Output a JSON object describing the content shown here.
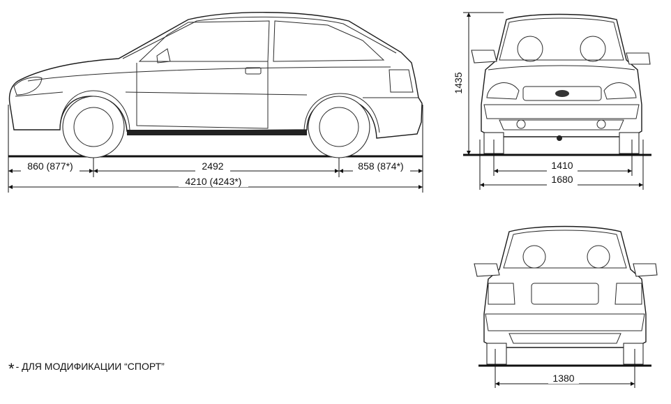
{
  "side_view": {
    "front_overhang": "860 (877*)",
    "wheelbase": "2492",
    "rear_overhang": "858 (874*)",
    "overall_length": "4210 (4243*)"
  },
  "front_view": {
    "height": "1435",
    "front_track": "1410",
    "overall_width": "1680"
  },
  "rear_view": {
    "rear_track": "1380"
  },
  "footnote": {
    "marker": "*",
    "text": "- ДЛЯ МОДИФИКАЦИИ “СПОРТ”"
  }
}
